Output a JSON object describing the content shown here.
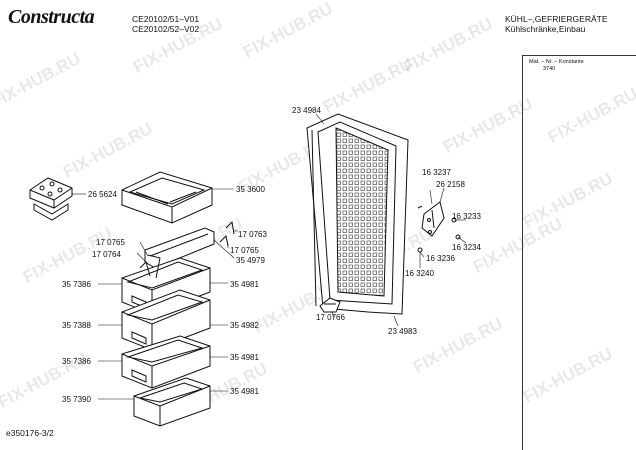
{
  "header": {
    "logo": "Constructa",
    "models": [
      "CE20102/51–V01",
      "CE20102/52–V02"
    ],
    "category": "KÜHL–,GEFRIERGERÄTE",
    "subcategory": "Kühlschränke,Einbau"
  },
  "material_box": {
    "title": "Mat. – Nr. – Konstante",
    "value": "3740"
  },
  "watermark": "FIX-HUB.RU",
  "footer": {
    "diagram_id": "e350176-3/2"
  },
  "parts": {
    "p265624": "26 5624",
    "p353600": "35 3600",
    "p170763": "17 0763",
    "p170765a": "17 0765",
    "p170765b": "17 0765",
    "p170764": "17 0764",
    "p354979": "35 4979",
    "p357386a": "35 7386",
    "p354981a": "35 4981",
    "p357388": "35 7388",
    "p354982": "35 4982",
    "p357386b": "35 7386",
    "p354981b": "35 4981",
    "p357390": "35 7390",
    "p354981c": "35 4981",
    "p234984": "23 4984",
    "p234983": "23 4983",
    "p170766": "17 0766",
    "p163237": "16 3237",
    "p262158": "26 2158",
    "p163233": "16 3233",
    "p163234": "16 3234",
    "p163236": "16 3236",
    "p163240": "16 3240"
  }
}
